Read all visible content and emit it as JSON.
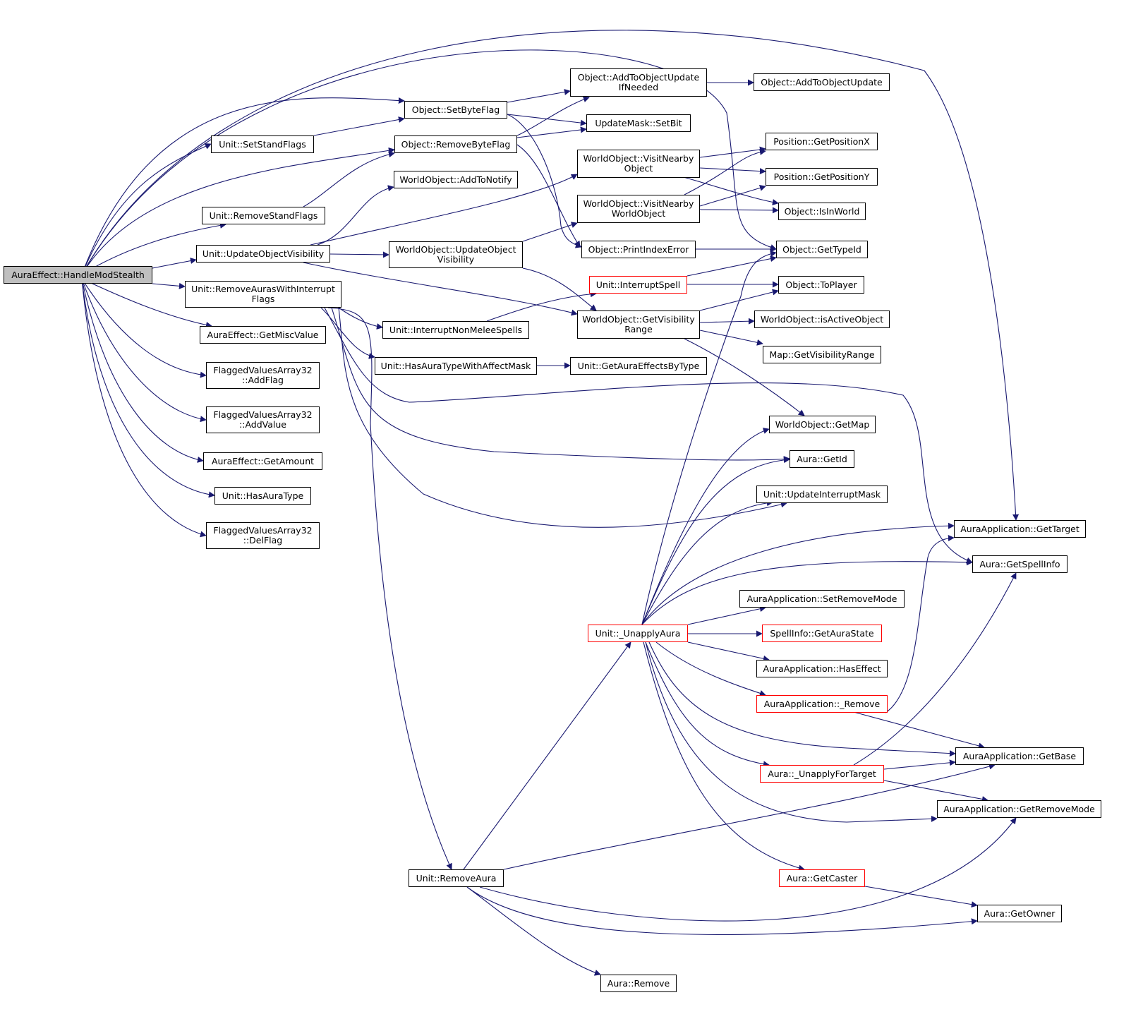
{
  "graph": {
    "root": "handle_mod_stealth",
    "edge_color": "#191970",
    "truncated_color": "#ff0000",
    "root_fill": "#bfbfbf",
    "nodes": [
      {
        "id": "handle_mod_stealth",
        "label": "AuraEffect::HandleModStealth",
        "root": true
      },
      {
        "id": "set_stand_flags",
        "label": "Unit::SetStandFlags"
      },
      {
        "id": "remove_stand_flags",
        "label": "Unit::RemoveStandFlags"
      },
      {
        "id": "update_object_visibility",
        "label": "Unit::UpdateObjectVisibility"
      },
      {
        "id": "remove_auras_with_interrupt_flags",
        "label": "Unit::RemoveAurasWithInterrupt\nFlags"
      },
      {
        "id": "get_misc_value",
        "label": "AuraEffect::GetMiscValue"
      },
      {
        "id": "add_flag",
        "label": "FlaggedValuesArray32\n::AddFlag"
      },
      {
        "id": "add_value",
        "label": "FlaggedValuesArray32\n::AddValue"
      },
      {
        "id": "get_amount",
        "label": "AuraEffect::GetAmount"
      },
      {
        "id": "has_aura_type",
        "label": "Unit::HasAuraType"
      },
      {
        "id": "del_flag",
        "label": "FlaggedValuesArray32\n::DelFlag"
      },
      {
        "id": "set_byte_flag",
        "label": "Object::SetByteFlag"
      },
      {
        "id": "remove_byte_flag",
        "label": "Object::RemoveByteFlag"
      },
      {
        "id": "add_to_notify",
        "label": "WorldObject::AddToNotify"
      },
      {
        "id": "wo_update_object_visibility",
        "label": "WorldObject::UpdateObject\nVisibility"
      },
      {
        "id": "interrupt_non_melee_spells",
        "label": "Unit::InterruptNonMeleeSpells"
      },
      {
        "id": "has_aura_type_with_affect_mask",
        "label": "Unit::HasAuraTypeWithAffectMask"
      },
      {
        "id": "remove_aura",
        "label": "Unit::RemoveAura"
      },
      {
        "id": "add_to_object_update_if_needed",
        "label": "Object::AddToObjectUpdate\nIfNeeded"
      },
      {
        "id": "set_bit",
        "label": "UpdateMask::SetBit"
      },
      {
        "id": "visit_nearby_object",
        "label": "WorldObject::VisitNearby\nObject"
      },
      {
        "id": "visit_nearby_world_object",
        "label": "WorldObject::VisitNearby\nWorldObject"
      },
      {
        "id": "print_index_error",
        "label": "Object::PrintIndexError"
      },
      {
        "id": "interrupt_spell",
        "label": "Unit::InterruptSpell",
        "truncated": true
      },
      {
        "id": "get_visibility_range",
        "label": "WorldObject::GetVisibility\nRange"
      },
      {
        "id": "get_aura_effects_by_type",
        "label": "Unit::GetAuraEffectsByType"
      },
      {
        "id": "unapply_aura",
        "label": "Unit::_UnapplyAura",
        "truncated": true
      },
      {
        "id": "aura_remove",
        "label": "Aura::Remove"
      },
      {
        "id": "add_to_object_update",
        "label": "Object::AddToObjectUpdate"
      },
      {
        "id": "get_position_x",
        "label": "Position::GetPositionX"
      },
      {
        "id": "get_position_y",
        "label": "Position::GetPositionY"
      },
      {
        "id": "is_in_world",
        "label": "Object::IsInWorld"
      },
      {
        "id": "get_type_id",
        "label": "Object::GetTypeId"
      },
      {
        "id": "to_player",
        "label": "Object::ToPlayer"
      },
      {
        "id": "is_active_object",
        "label": "WorldObject::isActiveObject"
      },
      {
        "id": "map_get_visibility_range",
        "label": "Map::GetVisibilityRange"
      },
      {
        "id": "get_map",
        "label": "WorldObject::GetMap"
      },
      {
        "id": "aura_get_id",
        "label": "Aura::GetId"
      },
      {
        "id": "update_interrupt_mask",
        "label": "Unit::UpdateInterruptMask"
      },
      {
        "id": "set_remove_mode",
        "label": "AuraApplication::SetRemoveMode"
      },
      {
        "id": "get_aura_state",
        "label": "SpellInfo::GetAuraState",
        "truncated": true
      },
      {
        "id": "has_effect",
        "label": "AuraApplication::HasEffect"
      },
      {
        "id": "app_remove",
        "label": "AuraApplication::_Remove",
        "truncated": true
      },
      {
        "id": "unapply_for_target",
        "label": "Aura::_UnapplyForTarget",
        "truncated": true
      },
      {
        "id": "get_caster",
        "label": "Aura::GetCaster",
        "truncated": true
      },
      {
        "id": "get_target",
        "label": "AuraApplication::GetTarget"
      },
      {
        "id": "get_spell_info",
        "label": "Aura::GetSpellInfo"
      },
      {
        "id": "get_base",
        "label": "AuraApplication::GetBase"
      },
      {
        "id": "get_remove_mode",
        "label": "AuraApplication::GetRemoveMode"
      },
      {
        "id": "get_owner",
        "label": "Aura::GetOwner"
      }
    ]
  }
}
